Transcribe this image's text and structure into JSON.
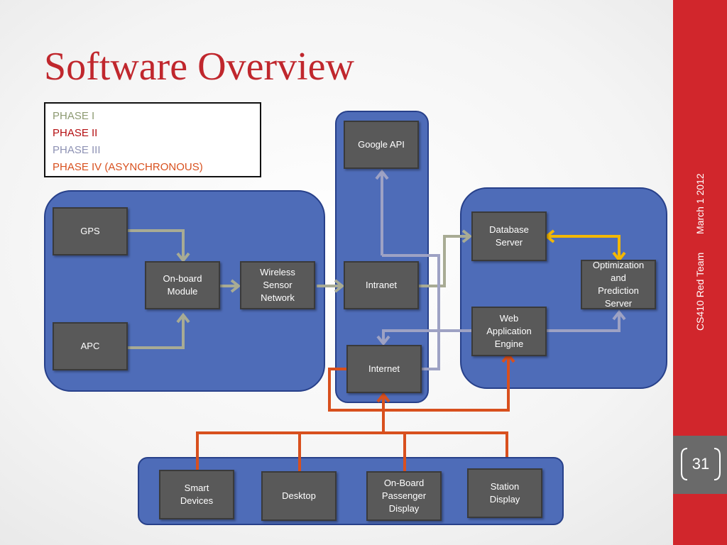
{
  "slide": {
    "title": "Software Overview",
    "page_number": "31",
    "footer_team": "CS410 Red Team",
    "footer_date": "March 1 2012"
  },
  "legend": {
    "items": [
      {
        "label": "PHASE I",
        "color": "#8d9a72"
      },
      {
        "label": "PHASE II",
        "color": "#b40f12"
      },
      {
        "label": "PHASE III",
        "color": "#8e92b4"
      },
      {
        "label": "PHASE IV (ASYNCHRONOUS)",
        "color": "#d8501e"
      }
    ]
  },
  "nodes": {
    "gps": "GPS",
    "apc": "APC",
    "onboard_module": "On-board\nModule",
    "wireless_sensor_network": "Wireless\nSensor\nNetwork",
    "google_api": "Google API",
    "intranet": "Intranet",
    "internet": "Internet",
    "database_server": "Database\nServer",
    "optimization_server": "Optimization\nand\nPrediction\nServer",
    "web_application_engine": "Web\nApplication\nEngine",
    "smart_devices": "Smart\nDevices",
    "desktop": "Desktop",
    "onboard_passenger_display": "On-Board\nPassenger\nDisplay",
    "station_display": "Station\nDisplay"
  },
  "colors": {
    "title": "#c0272d",
    "region_fill": "#4e6cb8",
    "node_fill": "#595959",
    "phase1_arrow": "#a8ab94",
    "phase3_arrow": "#9ea2c4",
    "phase4_arrow": "#d8501e",
    "db_link": "#f2b705",
    "sidebar": "#d1262c"
  }
}
